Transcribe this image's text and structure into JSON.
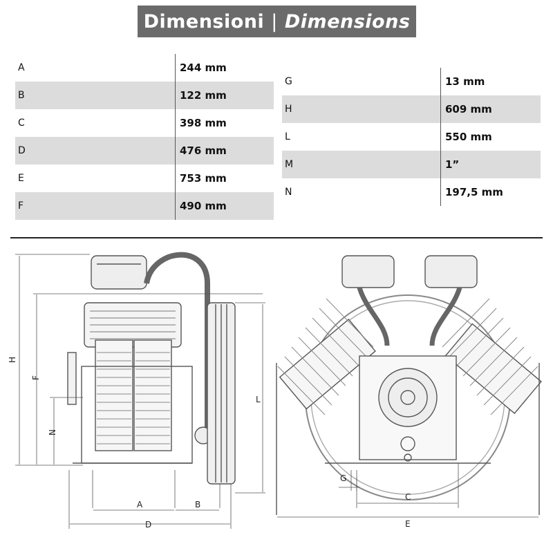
{
  "title": {
    "it_text": "Dimensioni",
    "separator": "|",
    "en_text": "Dimensions"
  },
  "dimensions_left": [
    {
      "key": "A",
      "value": "244 mm"
    },
    {
      "key": "B",
      "value": "122 mm"
    },
    {
      "key": "C",
      "value": "398 mm"
    },
    {
      "key": "D",
      "value": "476 mm"
    },
    {
      "key": "E",
      "value": "753 mm"
    },
    {
      "key": "F",
      "value": "490 mm"
    }
  ],
  "dimensions_right": [
    {
      "key": "G",
      "value": "13 mm"
    },
    {
      "key": "H",
      "value": "609 mm"
    },
    {
      "key": "L",
      "value": "550 mm"
    },
    {
      "key": "M",
      "value": "1”"
    },
    {
      "key": "N",
      "value": "197,5 mm"
    }
  ],
  "drawing_labels": {
    "H": "H",
    "F": "F",
    "N": "N",
    "L": "L",
    "A": "A",
    "B": "B",
    "D": "D",
    "G": "G",
    "C": "C",
    "E": "E"
  }
}
